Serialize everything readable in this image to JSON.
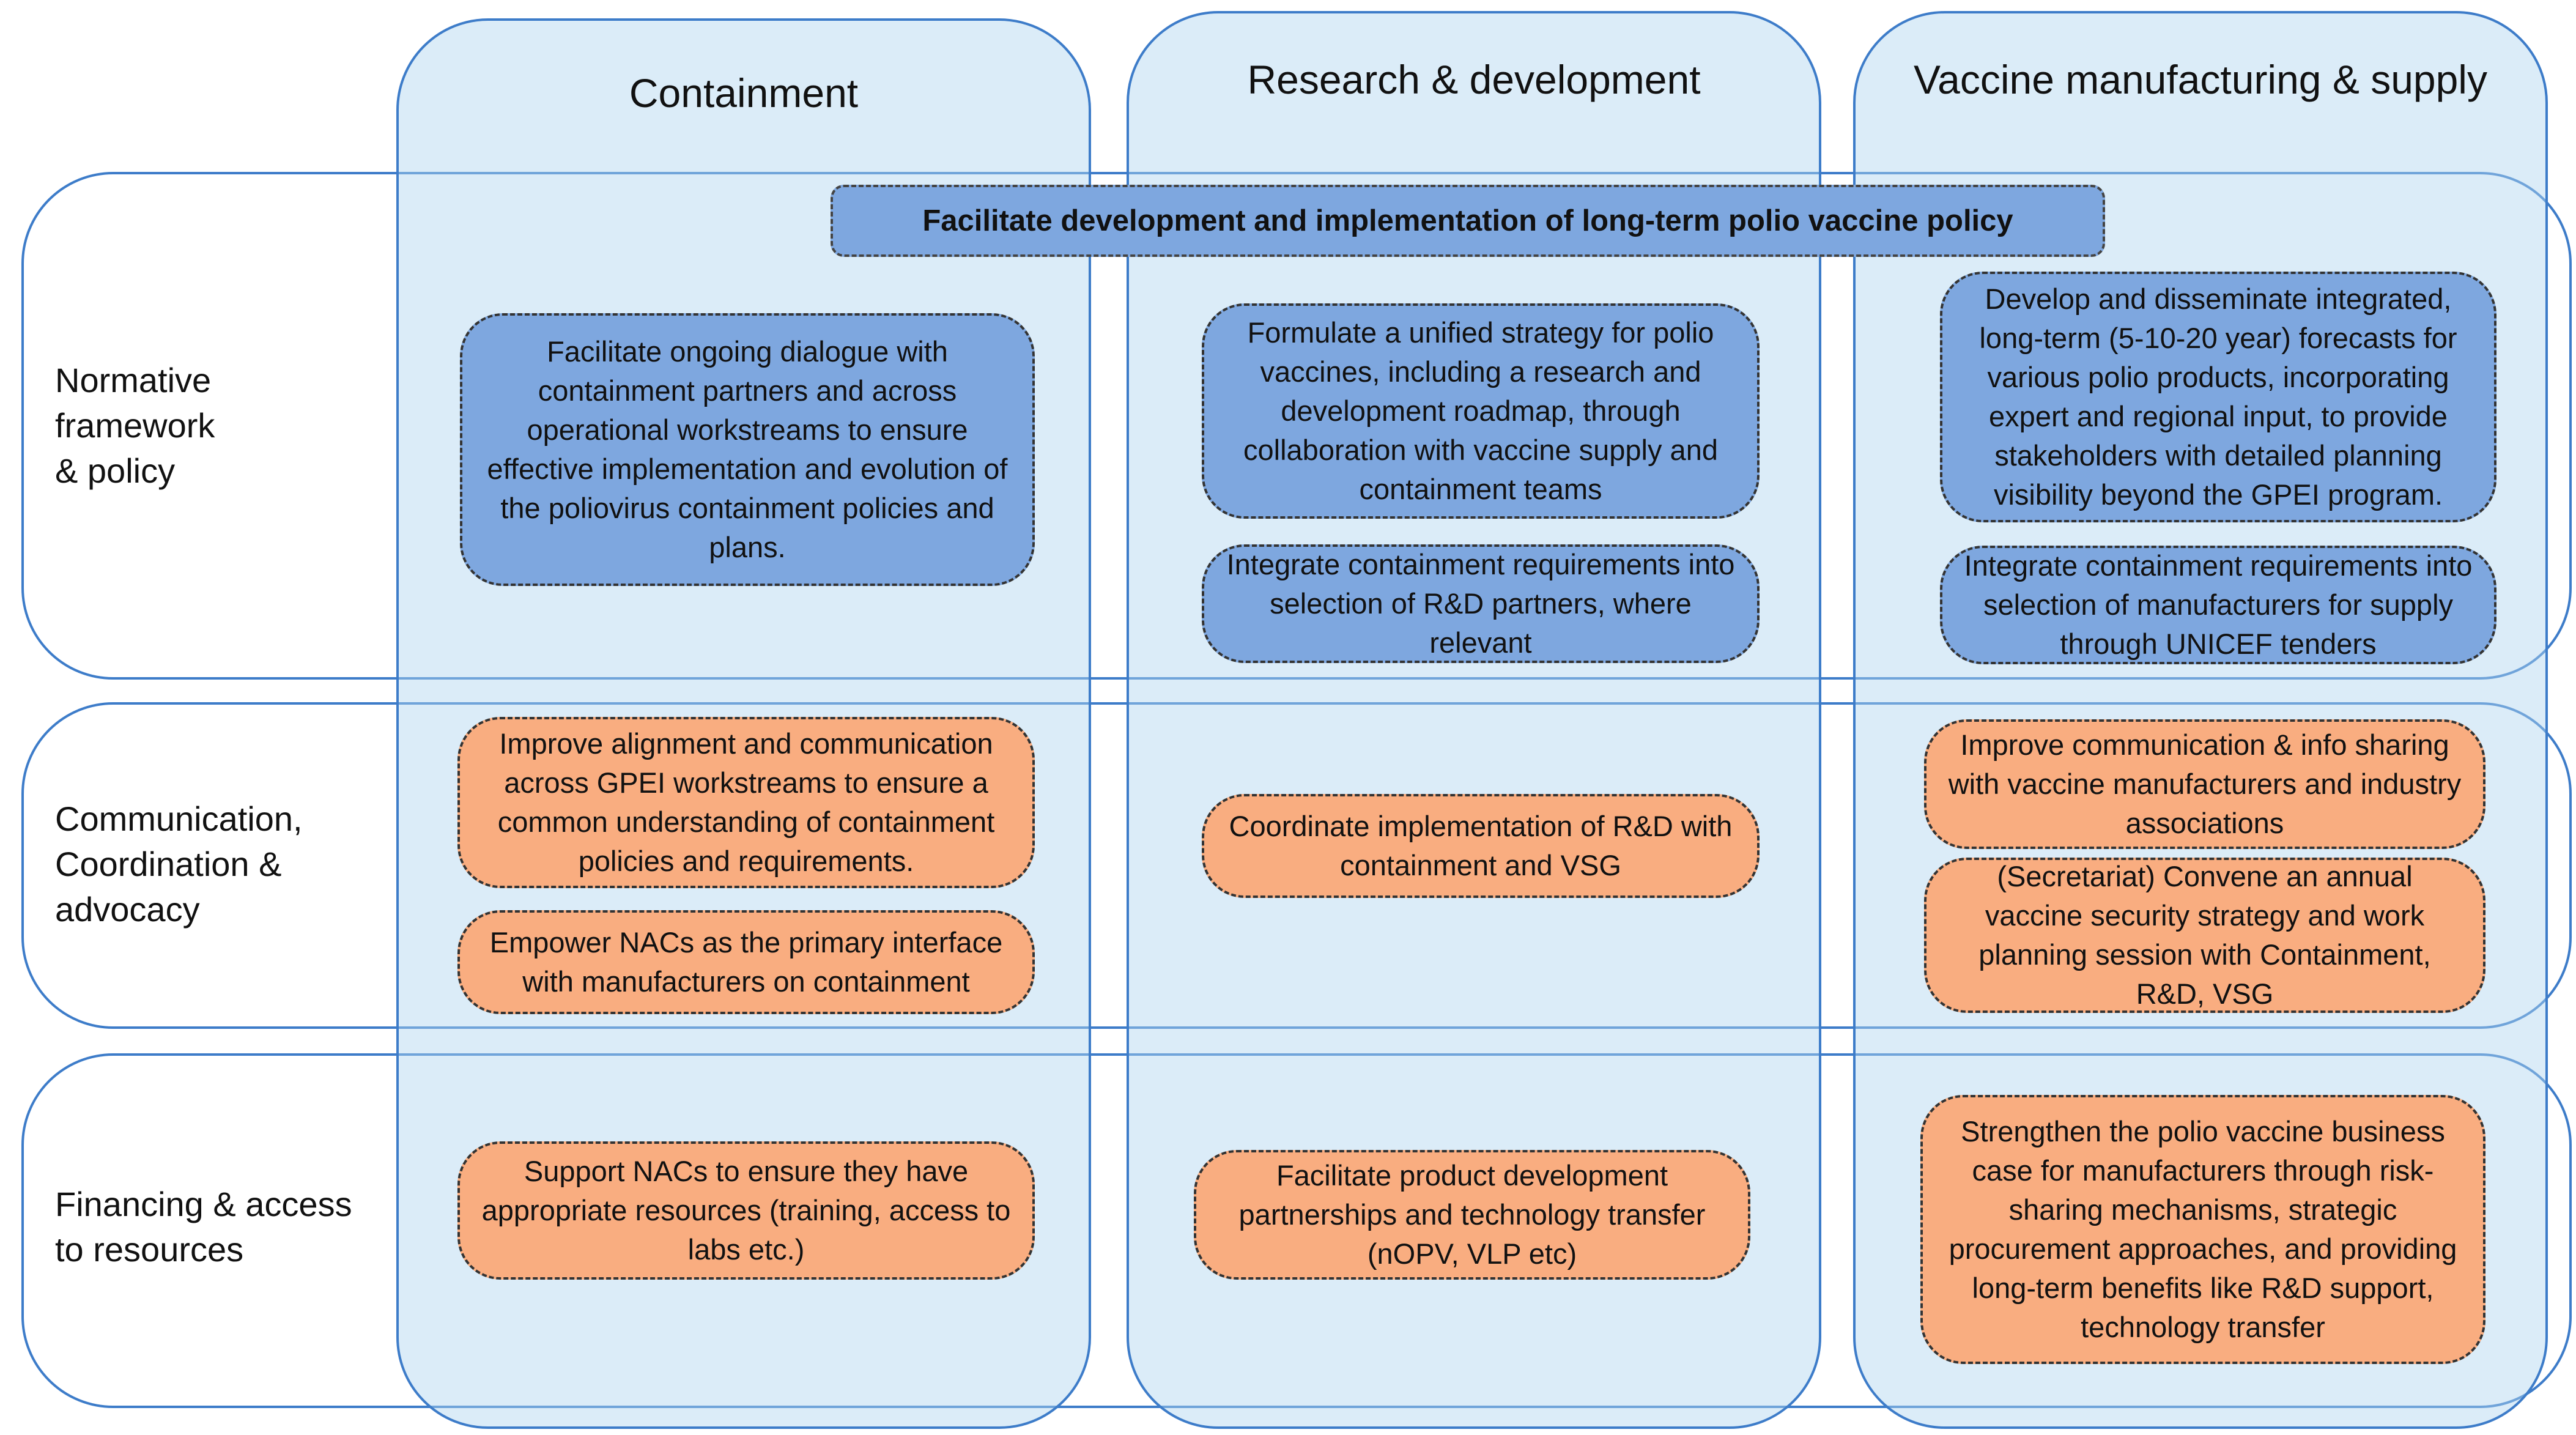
{
  "columns": [
    {
      "title": "Containment"
    },
    {
      "title": "Research & development"
    },
    {
      "title": "Vaccine manufacturing & supply"
    }
  ],
  "rows": [
    {
      "label": "Normative framework & policy",
      "label_lines": [
        "Normative",
        "framework",
        "& policy"
      ]
    },
    {
      "label": "Communication, Coordination & advocacy",
      "label_lines": [
        "Communication,",
        "Coordination &",
        "advocacy"
      ]
    },
    {
      "label": "Financing & access to resources",
      "label_lines": [
        "Financing & access",
        "to resources"
      ]
    }
  ],
  "banner": "Facilitate development and implementation of long-term polio vaccine policy",
  "boxes": {
    "policy_containment": "Facilitate ongoing dialogue with containment partners and across operational workstreams to ensure effective implementation and evolution of the poliovirus containment policies and plans.",
    "policy_rd_1": "Formulate a unified strategy for polio vaccines, including a research and development roadmap, through collaboration with vaccine supply and containment teams",
    "policy_rd_2": "Integrate containment requirements into selection of R&D partners, where relevant",
    "policy_supply_1": "Develop and disseminate integrated, long-term (5-10-20 year) forecasts for various polio products, incorporating expert and regional input, to provide stakeholders with detailed planning visibility beyond the GPEI program.",
    "policy_supply_2": "Integrate containment requirements into selection  of manufacturers for supply through UNICEF tenders",
    "comm_containment_1": "Improve alignment and communication across GPEI workstreams to ensure a common understanding of containment policies and requirements.",
    "comm_containment_2": "Empower NACs as the primary interface with manufacturers on containment",
    "comm_rd": "Coordinate implementation of R&D with containment and VSG",
    "comm_supply_1": "Improve communication & info sharing with vaccine manufacturers and industry associations",
    "comm_supply_2": "(Secretariat) Convene an annual vaccine security strategy and work planning session with Containment, R&D, VSG",
    "fin_containment": "Support NACs to ensure they have appropriate resources (training, access to labs etc.)",
    "fin_rd": "Facilitate product development partnerships and technology transfer (nOPV, VLP etc)",
    "fin_supply": "Strengthen the polio vaccine business case for manufacturers through risk-sharing mechanisms, strategic procurement approaches, and providing long-term benefits like R&D support, technology transfer"
  },
  "colors": {
    "border": "#3d7cc9",
    "column_fill": "#b0d4f0",
    "policy_box": "#7ea7df",
    "action_box": "#f9ad80"
  }
}
